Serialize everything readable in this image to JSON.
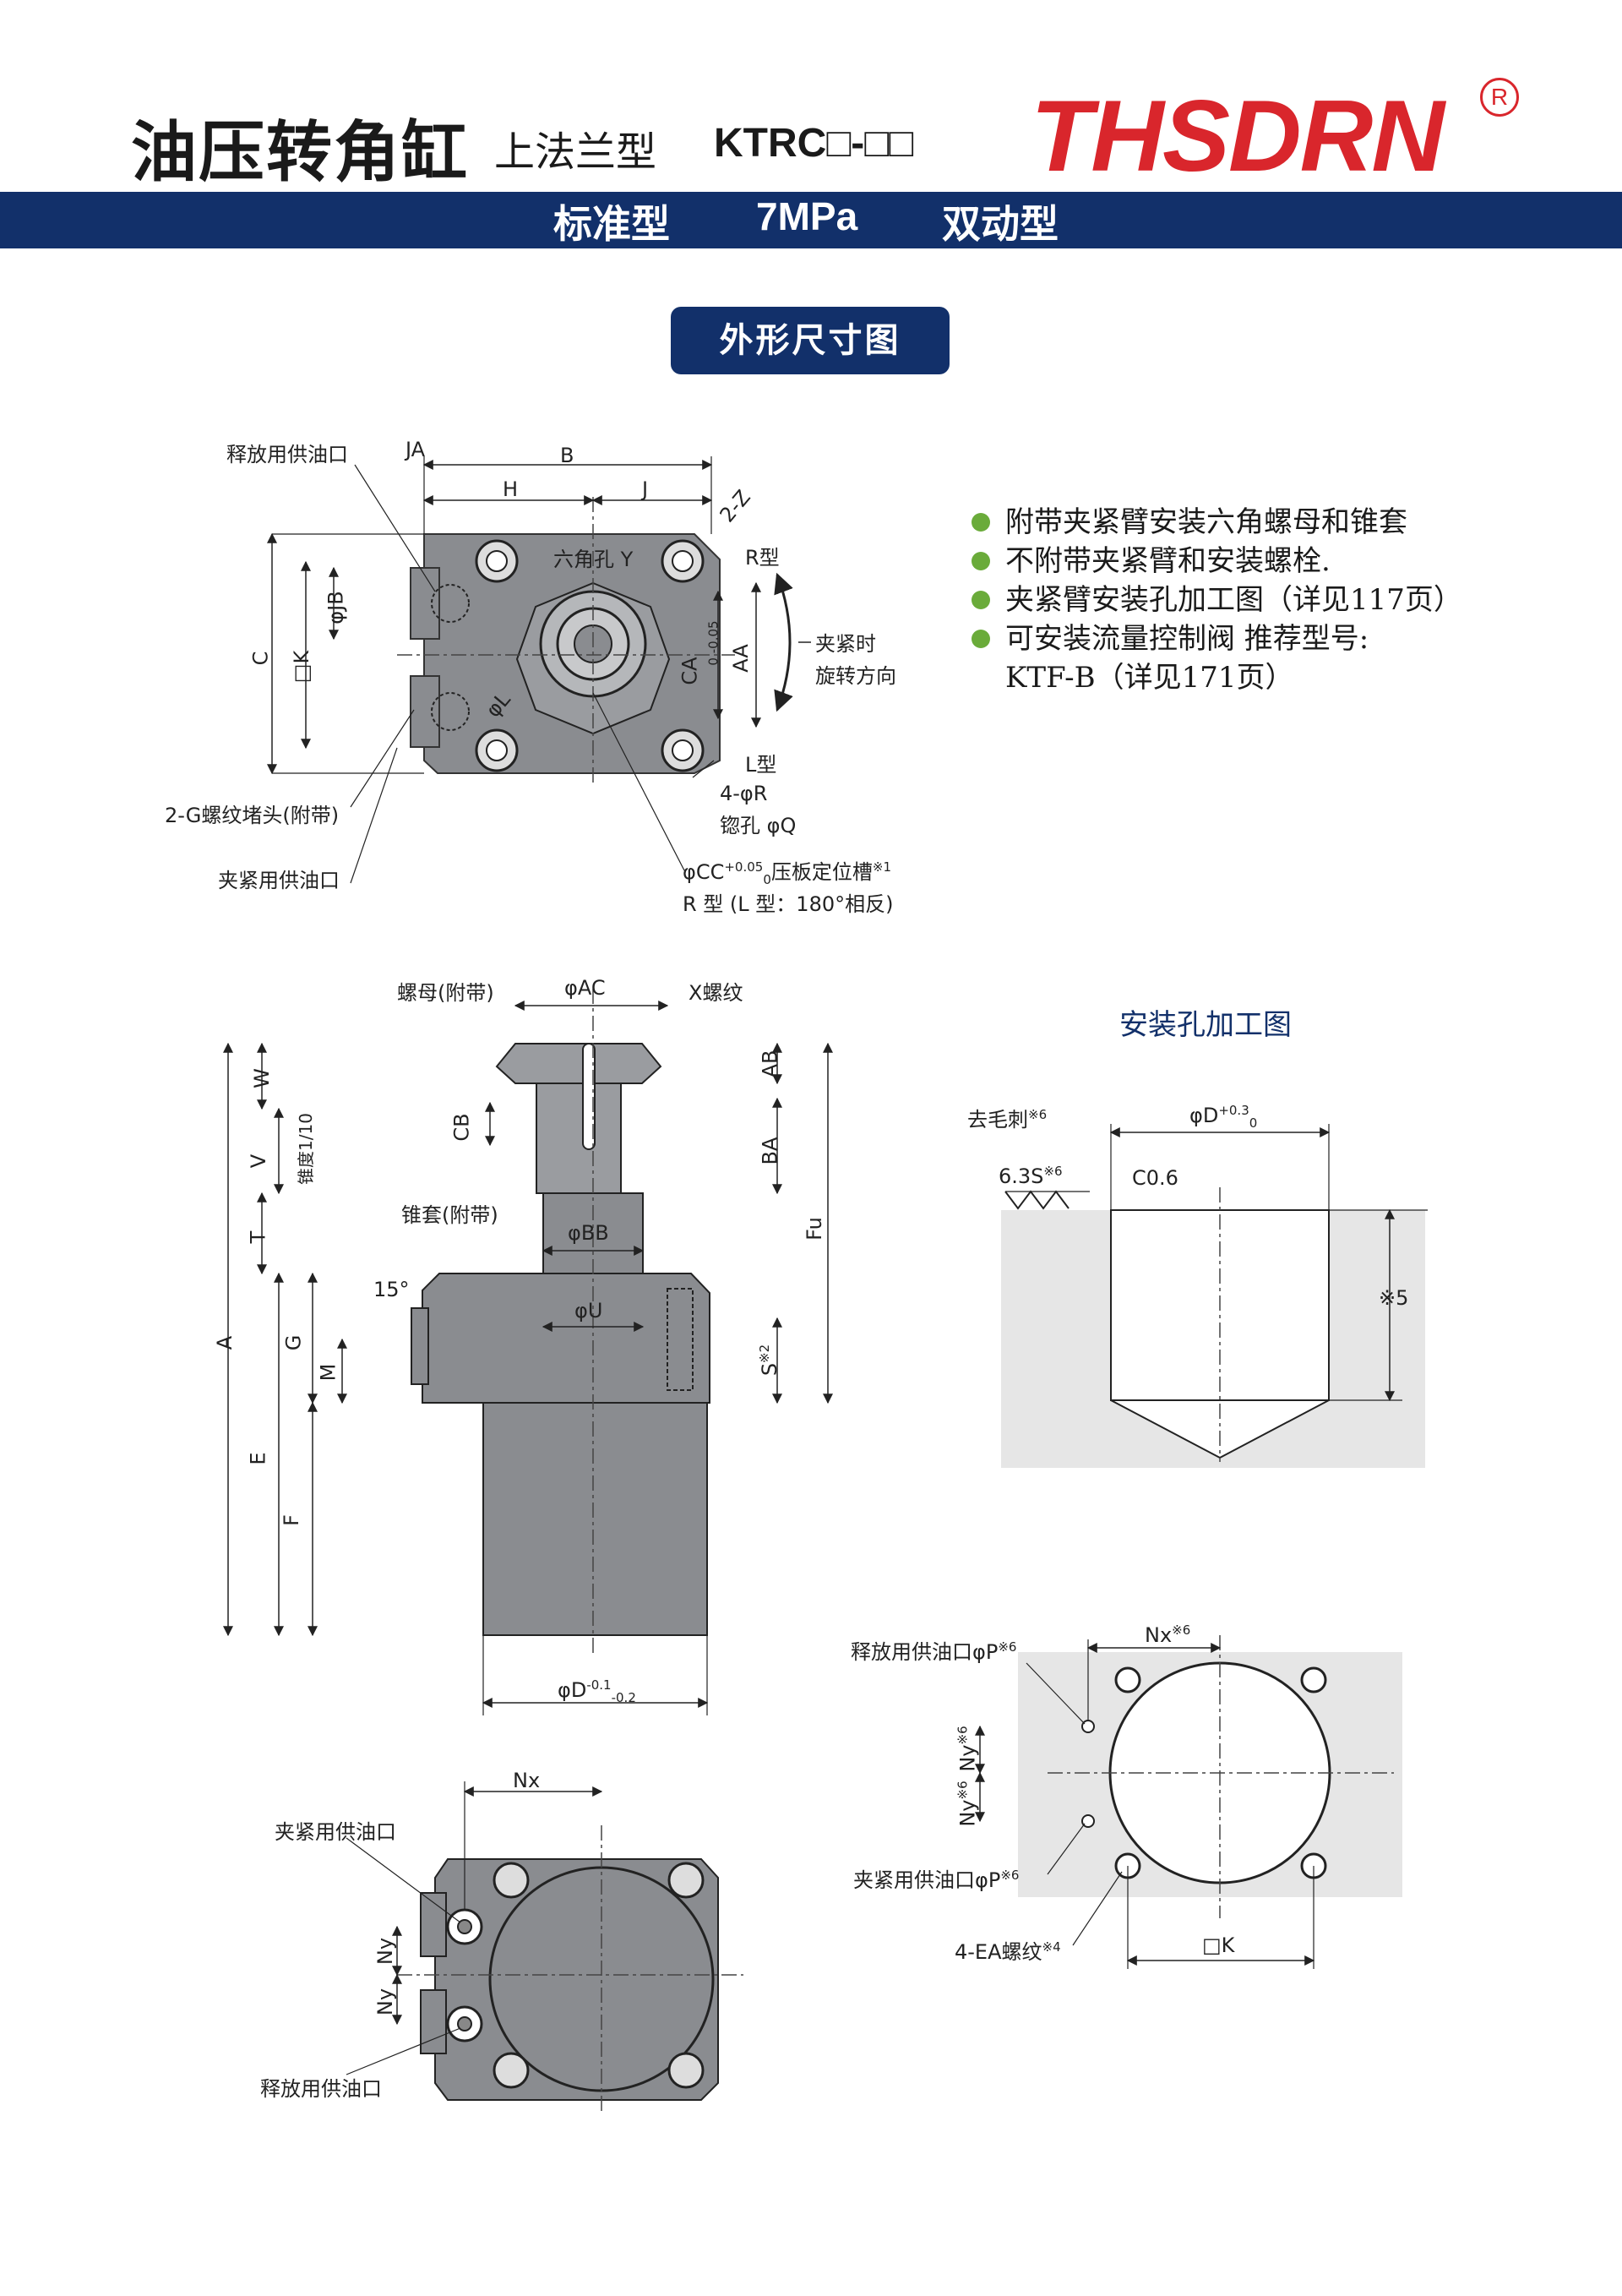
{
  "header": {
    "title": "油压转角缸",
    "subtitle": "上法兰型",
    "model": "KTRC□-□□",
    "logo": "THSDRN",
    "logo_reg": "R"
  },
  "band": {
    "type_label": "标准型",
    "pressure": "7MPa",
    "action": "双动型"
  },
  "section_title": "外形尺寸图",
  "notes": [
    "附带夹紧臂安装六角螺母和锥套",
    "不附带夹紧臂和安装螺栓.",
    "夹紧臂安装孔加工图（详见117页）",
    "可安装流量控制阀 推荐型号:"
  ],
  "notes_cont": "KTF-B（详见171页）",
  "top_view": {
    "release_port": "释放用供油口",
    "ja": "JA",
    "b": "B",
    "h": "H",
    "j": "J",
    "z": "2-Z",
    "hex": "六角孔 Y",
    "r_type": "R型",
    "l_type": "L型",
    "jb": "φJB",
    "c": "C",
    "k": "□K",
    "l": "φL",
    "aa": "AA",
    "ca": "CA",
    "ca_tol_up": "0",
    "ca_tol_low": "-0.05",
    "clamp_dir_1": "夹紧时",
    "clamp_dir_2": "旋转方向",
    "plug": "2-G螺纹堵头(附带)",
    "clamp_port": "夹紧用供油口",
    "r_holes": "4-φR",
    "counterbore": "锪孔 φQ",
    "cc": "φCC",
    "cc_tol_up": "+0.05",
    "cc_tol_low": "0",
    "cc_desc": "压板定位槽",
    "cc_note": "※1",
    "cc_type": "R 型 (L 型：180°相反)"
  },
  "side_view": {
    "nut": "螺母(附带)",
    "ac": "φAC",
    "x": "X螺纹",
    "w": "W",
    "ab": "AB",
    "v": "V",
    "taper": "锥度1/10",
    "cb": "CB",
    "ba": "BA",
    "sleeve": "锥套(附带)",
    "t": "T",
    "bb": "φBB",
    "fu": "Fu",
    "angle": "15°",
    "u": "φU",
    "g": "G",
    "m": "M",
    "s": "S",
    "s_note": "※2",
    "a": "A",
    "e": "E",
    "f": "F",
    "d": "φD",
    "d_tol_up": "-0.1",
    "d_tol_low": "-0.2"
  },
  "install": {
    "title": "安装孔加工图",
    "deburr": "去毛刺",
    "deburr_note": "※6",
    "d": "φD",
    "d_tol_up": "+0.3",
    "d_tol_low": "0",
    "rough": "6.3S",
    "rough_note": "※6",
    "chamfer": "C0.6",
    "depth_note": "※5"
  },
  "bottom_view": {
    "nx": "Nx",
    "clamp_port": "夹紧用供油口",
    "ny": "Ny",
    "release_port": "释放用供油口"
  },
  "plate_view": {
    "release_port": "释放用供油口φP",
    "release_note": "※6",
    "nx": "Nx",
    "nx_note": "※6",
    "ny": "Ny",
    "ny_note": "※6",
    "clamp_port": "夹紧用供油口φP",
    "clamp_note": "※6",
    "ea": "4-EA螺纹",
    "ea_note": "※4",
    "k": "□K"
  },
  "colors": {
    "band": "#12306a",
    "logo": "#d9262c",
    "bullet": "#6aab3a",
    "part_fill": "#8a8c90",
    "plate_fill": "#e6e6e6"
  }
}
